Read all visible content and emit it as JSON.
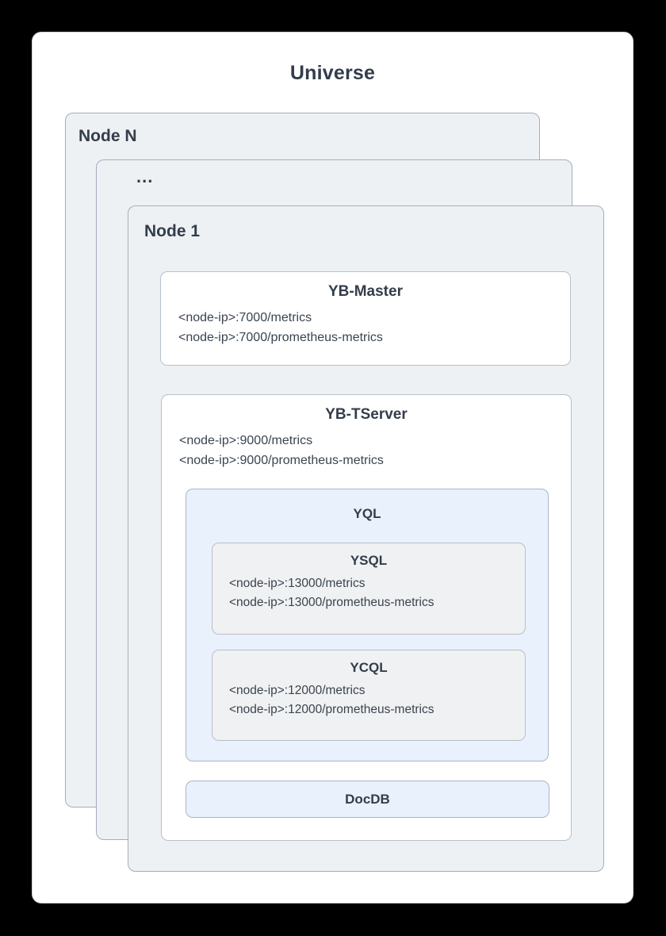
{
  "diagram": {
    "title": "Universe",
    "nodes": {
      "node_n_label": "Node N",
      "ellipsis": "...",
      "node_1_label": "Node 1"
    },
    "yb_master": {
      "title": "YB-Master",
      "endpoints": [
        "<node-ip>:7000/metrics",
        "<node-ip>:7000/prometheus-metrics"
      ]
    },
    "yb_tserver": {
      "title": "YB-TServer",
      "endpoints": [
        "<node-ip>:9000/metrics",
        "<node-ip>:9000/prometheus-metrics"
      ]
    },
    "yql": {
      "title": "YQL",
      "ysql": {
        "title": "YSQL",
        "endpoints": [
          "<node-ip>:13000/metrics",
          "<node-ip>:13000/prometheus-metrics"
        ]
      },
      "ycql": {
        "title": "YCQL",
        "endpoints": [
          "<node-ip>:12000/metrics",
          "<node-ip>:12000/prometheus-metrics"
        ]
      }
    },
    "docdb": {
      "title": "DocDB"
    },
    "colors": {
      "canvas_background": "#000000",
      "card_background": "#ffffff",
      "card_border": "#ccd3da",
      "node_fill": "#eef1f4",
      "node_border": "#a3aeba",
      "component_fill": "#ffffff",
      "component_border": "#b7c0cb",
      "api_fill": "#e9f1fc",
      "api_border": "#a9b6c3",
      "subapi_fill": "#f0f1f2",
      "subapi_border": "#babfc5",
      "text": "#333d4a"
    }
  }
}
